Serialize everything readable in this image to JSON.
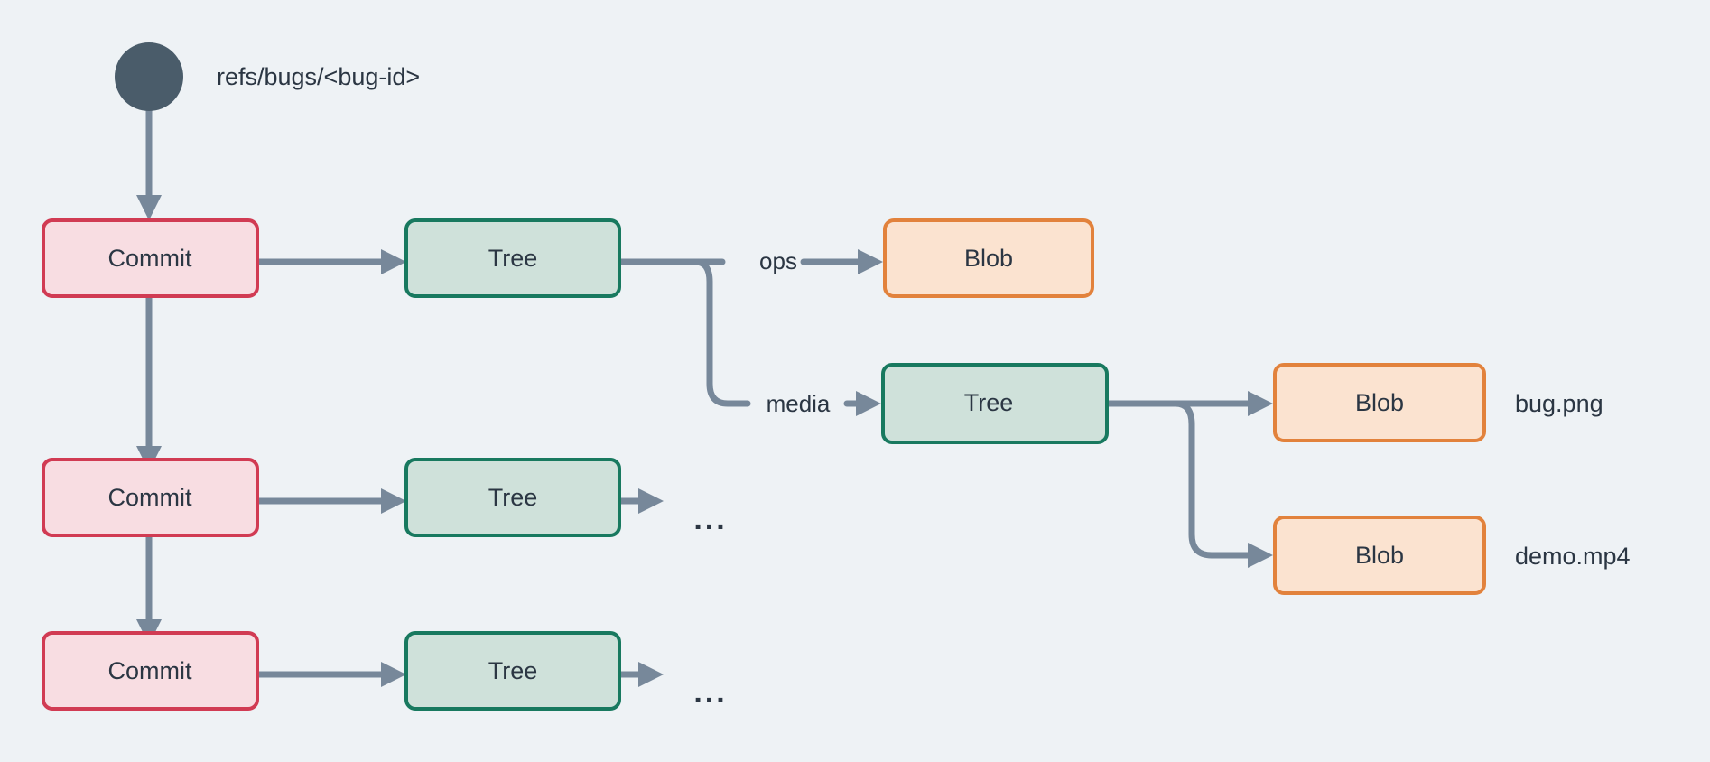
{
  "diagram": {
    "title": "git-object-model",
    "background_color": "#eef2f5",
    "connector_color": "#77889a",
    "text_color": "#2b3643",
    "ref": {
      "label": "refs/bugs/<bug-id>",
      "dot_name": "ref-pointer-dot",
      "dot_color": "#4a5c6a"
    },
    "legend_colors": {
      "commit_fill": "#f8dde2",
      "commit_border": "#d13b53",
      "tree_fill": "#cfe1da",
      "tree_border": "#18795f",
      "blob_fill": "#fbe3d0",
      "blob_border": "#e2823c"
    },
    "commits": [
      {
        "label": "Commit"
      },
      {
        "label": "Commit"
      },
      {
        "label": "Commit"
      }
    ],
    "trees": [
      {
        "label": "Tree"
      },
      {
        "label": "Tree"
      },
      {
        "label": "Tree"
      }
    ],
    "media_tree": {
      "label": "Tree"
    },
    "blobs": [
      {
        "label": "Blob",
        "filename": ""
      },
      {
        "label": "Blob",
        "filename": "bug.png"
      },
      {
        "label": "Blob",
        "filename": "demo.mp4"
      }
    ],
    "edge_labels": {
      "ops": "ops",
      "media": "media"
    },
    "ellipsis": [
      {
        "label": "..."
      },
      {
        "label": "..."
      }
    ]
  }
}
